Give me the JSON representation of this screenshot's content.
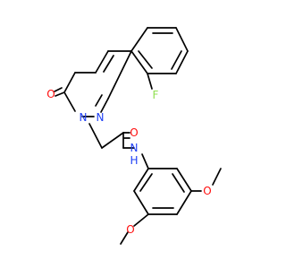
{
  "molecule": {
    "atoms": {
      "ring_n1": "N",
      "ring_n2": "N",
      "carbonyl_o": "O",
      "amide_o": "O",
      "amide_n": "N",
      "amide_h": "H",
      "fluorine": "F",
      "ortho_o": "O",
      "para_o": "O"
    },
    "colors": {
      "N": "#1e3ff5",
      "O": "#ff0d0d",
      "F": "#90e050",
      "H": "#1e3ff5",
      "bond": "#000000"
    }
  }
}
